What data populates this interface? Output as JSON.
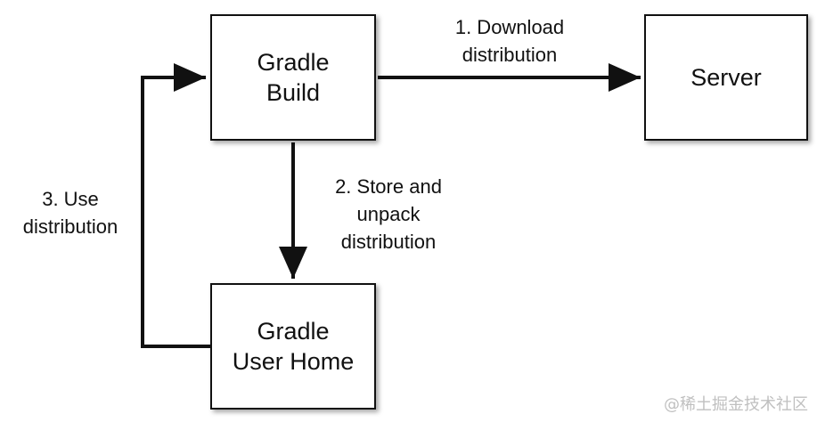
{
  "nodes": {
    "gradle_build": "Gradle\nBuild",
    "server": "Server",
    "gradle_user_home": "Gradle\nUser Home"
  },
  "edges": {
    "download": "1. Download\ndistribution",
    "store": "2. Store and\nunpack\ndistribution",
    "use": "3. Use\ndistribution"
  },
  "watermark": "@稀土掘金技术社区",
  "colors": {
    "stroke": "#111111",
    "background": "#ffffff",
    "watermark": "#c0c0c0"
  }
}
